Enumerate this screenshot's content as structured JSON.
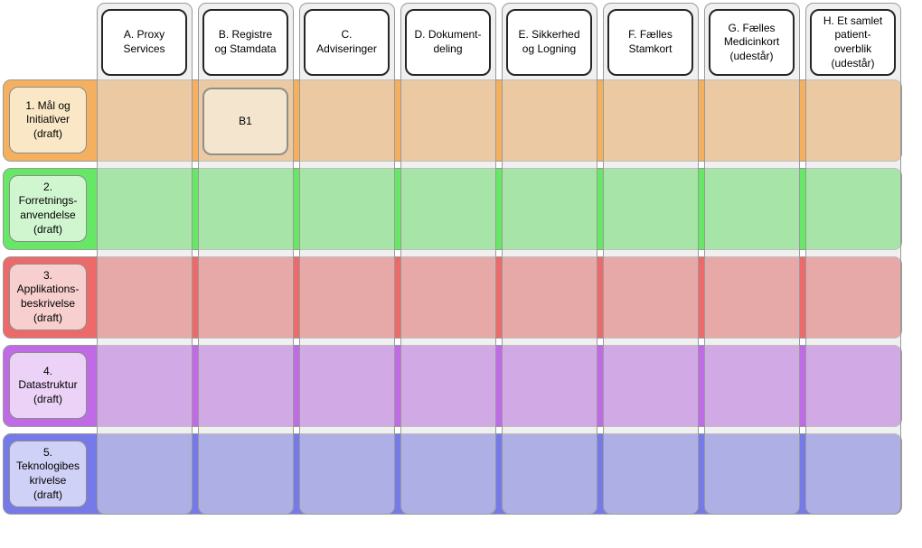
{
  "diagram": {
    "background_color": "#ffffff",
    "column_band_fill": "rgba(226,226,226,0.52)",
    "column_band_border_color": "#9a9a9a",
    "column_header_fill": "#ffffff",
    "column_header_border_color": "#262626",
    "row_header_border_color": "#8c8c8c",
    "columns": [
      {
        "id": "A",
        "label": "A. Proxy\nServices"
      },
      {
        "id": "B",
        "label": "B. Registre\nog Stamdata"
      },
      {
        "id": "C",
        "label": "C.\nAdviseringer"
      },
      {
        "id": "D",
        "label": "D. Dokument-\ndeling"
      },
      {
        "id": "E",
        "label": "E. Sikkerhed\nog Logning"
      },
      {
        "id": "F",
        "label": "F. Fælles\nStamkort"
      },
      {
        "id": "G",
        "label": "G. Fælles\nMedicinkort\n(udestår)"
      },
      {
        "id": "H",
        "label": "H. Et samlet\npatient-\noverblik\n(udestår)"
      }
    ],
    "rows": [
      {
        "id": "1",
        "label": "1. Mål og\nInitiativer\n(draft)",
        "band_color": "#f5b05f",
        "header_fill": "#fae7c6"
      },
      {
        "id": "2",
        "label": "2.\nForretnings-\nanvendelse\n(draft)",
        "band_color": "#66e766",
        "header_fill": "#d0f6d0"
      },
      {
        "id": "3",
        "label": "3.\nApplikations-\nbeskrivelse\n(draft)",
        "band_color": "#ed6a6a",
        "header_fill": "#f8cfcf"
      },
      {
        "id": "4",
        "label": "4.\nDatastruktur\n(draft)",
        "band_color": "#bf6be6",
        "header_fill": "#ecd2f7"
      },
      {
        "id": "5",
        "label": "5.\nTeknologibes\nkrivelse\n(draft)",
        "band_color": "#757ae8",
        "header_fill": "#d0d1f6"
      }
    ],
    "cells": [
      {
        "id": "B1",
        "label": "B1",
        "column": "B",
        "row": "1",
        "fill": "#f3e5ce",
        "border_color": "#8f8f8a"
      }
    ]
  }
}
